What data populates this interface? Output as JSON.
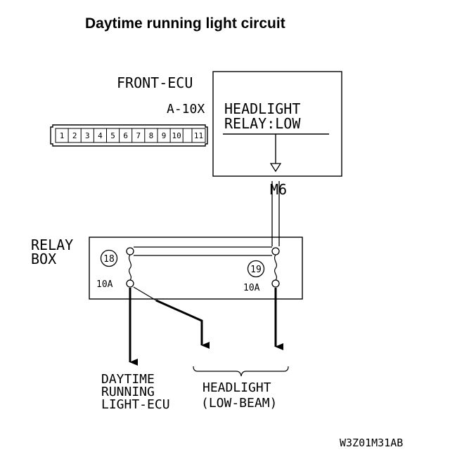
{
  "title": "Daytime running light circuit",
  "front_ecu": {
    "label": "FRONT-ECU",
    "connector_code": "A-10X",
    "connector_pins": [
      "1",
      "2",
      "3",
      "4",
      "5",
      "6",
      "7",
      "8",
      "9",
      "10",
      "11"
    ],
    "signal_line1": "HEADLIGHT",
    "signal_line2": "RELAY:LOW"
  },
  "harness_code": "M6",
  "relay_box": {
    "label_line1": "RELAY",
    "label_line2": "BOX",
    "fuse_left": {
      "number": "18",
      "rating": "10A"
    },
    "fuse_right": {
      "number": "19",
      "rating": "10A"
    }
  },
  "outputs": {
    "drl_ecu": [
      "DAYTIME",
      "RUNNING",
      "LIGHT-ECU"
    ],
    "headlight": [
      "HEADLIGHT",
      "(LOW-BEAM)"
    ]
  },
  "figure_code": "W3Z01M31AB"
}
